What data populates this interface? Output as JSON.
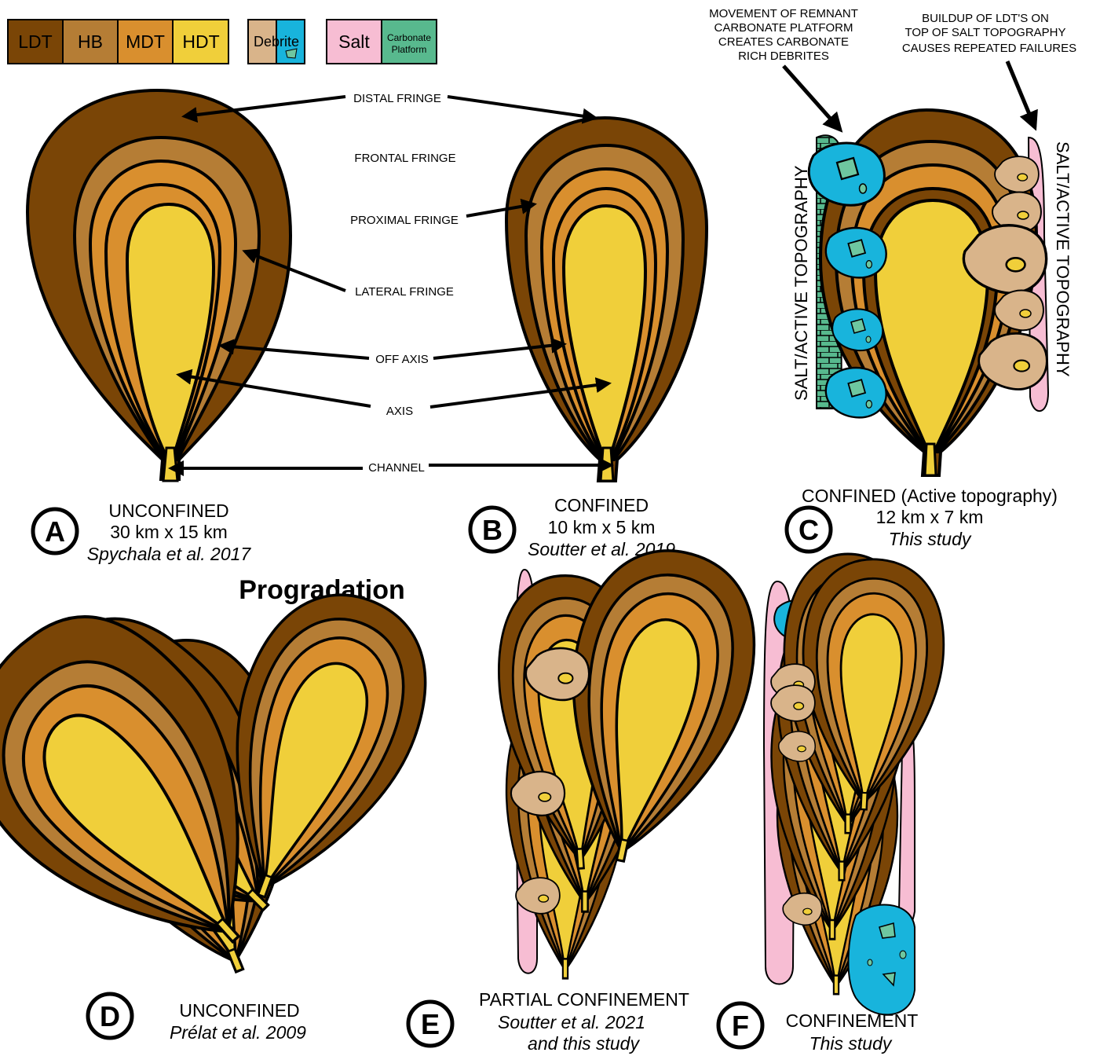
{
  "colors": {
    "ldt": "#7a4506",
    "hb": "#b57d35",
    "mdt": "#d98f2e",
    "hdt": "#f0cf3a",
    "debrite_clast": "#d9b48a",
    "debrite_carb": "#18b4dc",
    "salt": "#f7bdd3",
    "carbonate": "#58b98e",
    "carbonate_clast": "#6ec7a0",
    "outline": "#000000"
  },
  "legend": {
    "ldt": "LDT",
    "hb": "HB",
    "mdt": "MDT",
    "hdt": "HDT",
    "debrite": "Debrite",
    "salt": "Salt",
    "carbonate_line1": "Carbonate",
    "carbonate_line2": "Platform"
  },
  "zone_labels": {
    "distal_fringe": "DISTAL FRINGE",
    "frontal_fringe": "FRONTAL FRINGE",
    "proximal_fringe": "PROXIMAL FRINGE",
    "lateral_fringe": "LATERAL FRINGE",
    "off_axis": "OFF AXIS",
    "axis": "AXIS",
    "channel": "CHANNEL"
  },
  "annotations": {
    "remnant_1": "MOVEMENT OF REMNANT",
    "remnant_2": "CARBONATE PLATFORM",
    "remnant_3": "CREATES CARBONATE",
    "remnant_4": "RICH DEBRITES",
    "buildup_1": "BUILDUP OF LDT'S ON",
    "buildup_2": "TOP OF SALT TOPOGRAPHY",
    "buildup_3": "CAUSES REPEATED FAILURES",
    "salt_left": "SALT/ACTIVE TOPOGRAPHY",
    "salt_right": "SALT/ACTIVE TOPOGRAPHY",
    "progradation": "Progradation"
  },
  "panels": {
    "a": {
      "letter": "A",
      "line1": "UNCONFINED",
      "line2": "30 km x 15 km",
      "ref": "Spychala et al. 2017"
    },
    "b": {
      "letter": "B",
      "line1": "CONFINED",
      "line2": "10 km x 5 km",
      "ref": "Soutter et al. 2019"
    },
    "c": {
      "letter": "C",
      "line1": "CONFINED (Active topography)",
      "line2": "12 km x 7 km",
      "ref": "This study"
    },
    "d": {
      "letter": "D",
      "line1": "UNCONFINED",
      "ref": "Prélat et al. 2009"
    },
    "e": {
      "letter": "E",
      "line1": "PARTIAL CONFINEMENT",
      "ref1": "Soutter et al. 2021",
      "ref2": "and this study"
    },
    "f": {
      "letter": "F",
      "line1": "CONFINEMENT",
      "ref": "This study"
    }
  }
}
